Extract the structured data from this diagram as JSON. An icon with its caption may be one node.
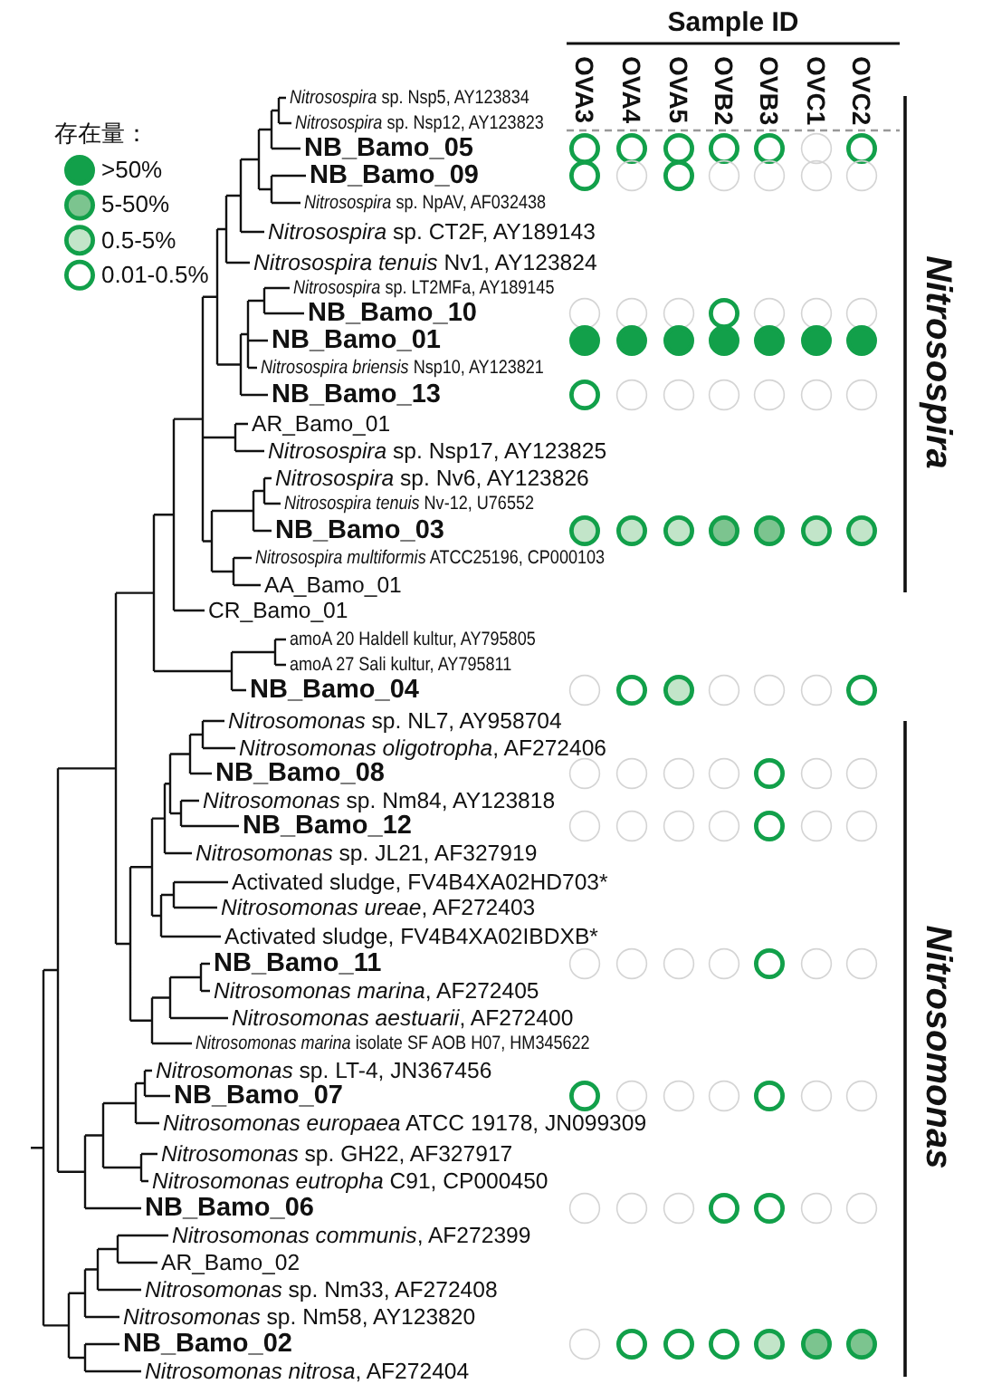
{
  "diagram": {
    "labels": [
      "Sample ID",
      "OVA3",
      "OVA4",
      "OVA5",
      "OVB2",
      "OVB3",
      "OVC1",
      "OVC2",
      "存在量：",
      "*Nitrosospira* sp. Nsp5, AY123834",
      "*Nitrosospira* sp. Nsp12, AY123823",
      "NB_Bamo_05",
      "NB_Bamo_09",
      "*Nitrosospira* sp. NpAV, AF032438",
      "*Nitrosospira* sp. CT2F, AY189143",
      "*Nitrosospira tenuis* Nv1, AY123824",
      "*Nitrosospira* sp. LT2MFa, AY189145",
      "NB_Bamo_10",
      "NB_Bamo_01",
      "*Nitrosospira briensis* Nsp10, AY123821",
      "NB_Bamo_13",
      "AR_Bamo_01",
      "*Nitrosospira* sp. Nsp17, AY123825",
      "*Nitrosospira* sp. Nv6, AY123826",
      "*Nitrosospira tenuis* Nv-12, U76552",
      "NB_Bamo_03",
      "*Nitrosospira multiformis* ATCC25196, CP000103",
      "AA_Bamo_01",
      "CR_Bamo_01",
      "amoA 20 Haldell kultur, AY795805",
      "amoA 27 Sali kultur, AY795811",
      "NB_Bamo_04",
      "*Nitrosomonas* sp. NL7, AY958704",
      "*Nitrosomonas oligotropha*, AF272406",
      "NB_Bamo_08",
      "*Nitrosomonas* sp. Nm84, AY123818",
      "NB_Bamo_12",
      "*Nitrosomonas* sp. JL21, AF327919",
      "Activated sludge, FV4B4XA02HD703*",
      "*Nitrosomonas ureae*, AF272403",
      "Activated sludge, FV4B4XA02IBDXB*",
      "NB_Bamo_11",
      "*Nitrosomonas marina*, AF272405",
      "*Nitrosomonas aestuarii*, AF272400",
      "*Nitrosomonas marina* isolate SF AOB H07, HM345622",
      "*Nitrosomonas* sp. LT-4, JN367456",
      "NB_Bamo_07",
      "*Nitrosomonas europaea* ATCC 19178, JN099309",
      "*Nitrosomonas* sp. GH22, AF327917",
      "*Nitrosomonas eutropha* C91, CP000450",
      "NB_Bamo_06",
      "*Nitrosomonas communis*, AF272399",
      "AR_Bamo_02",
      "*Nitrosomonas* sp. Nm33, AF272408",
      "*Nitrosomonas* sp. Nm58, AY123820",
      "NB_Bamo_02",
      "*Nitrosomonas nitrosa*, AF272404",
      "Nitrosospira",
      "Nitrosomonas"
    ],
    "legend": [
      {
        "text": ">50%",
        "color": "#12a04a"
      },
      {
        "text": "5-50%",
        "color": "#7cc48f"
      },
      {
        "text": "0.5-5%",
        "color": "#c2e5c9"
      },
      {
        "text": "0.01-0.5%",
        "color": "#ffffff"
      }
    ]
  }
}
